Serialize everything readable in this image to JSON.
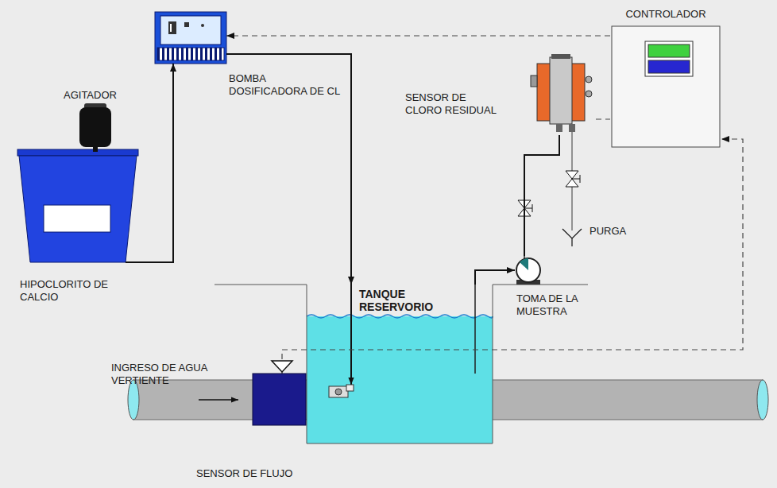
{
  "diagram": {
    "nodes": [
      {
        "text": [
          "AGITADOR",
          "HIPOCLORITO DE CALCIO"
        ]
      },
      {
        "text": [
          "BOMBA DOSIFICADORA DE CL"
        ]
      },
      {
        "text": [
          "CONTROLADOR"
        ]
      },
      {
        "text": [
          "SENSOR DE CLORO RESIDUAL"
        ]
      },
      {
        "text": [
          "TANQUE RESERVORIO"
        ]
      },
      {
        "text": [
          "TOMA DE LA MUESTRA"
        ]
      },
      {
        "text": [
          "SENSOR DE FLUJO"
        ]
      }
    ],
    "edges": [
      {
        "from": 0,
        "to": 1,
        "arrow": "to"
      },
      {
        "from": 2,
        "to": 1,
        "arrow": "to"
      },
      {
        "from": 1,
        "to": 4,
        "arrow": "to"
      },
      {
        "from": 3,
        "to": 2,
        "arrow": "none"
      },
      {
        "from": 5,
        "to": 3,
        "arrow": "none"
      },
      {
        "from": 4,
        "to": 5,
        "arrow": "to"
      },
      {
        "from": 6,
        "to": 2,
        "arrow": "to"
      }
    ],
    "labels": [
      "PURGA",
      "INGRESO DE AGUA VERTIENTE"
    ]
  }
}
